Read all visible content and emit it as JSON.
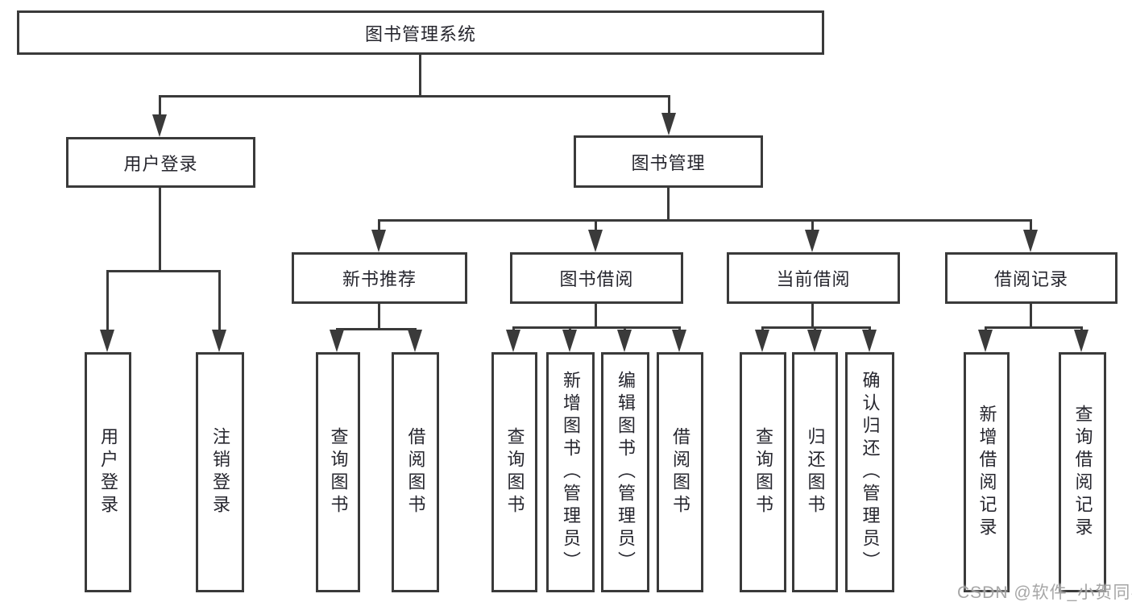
{
  "tree": {
    "root": "图书管理系统",
    "branches": [
      {
        "label": "用户登录",
        "children": [
          "用户登录",
          "注销登录"
        ]
      },
      {
        "label": "图书管理",
        "groups": [
          {
            "label": "新书推荐",
            "children": [
              "查询图书",
              "借阅图书"
            ]
          },
          {
            "label": "图书借阅",
            "children": [
              "查询图书",
              "新增图书（管理员）",
              "编辑图书（管理员）",
              "借阅图书"
            ]
          },
          {
            "label": "当前借阅",
            "children": [
              "查询图书",
              "归还图书",
              "确认归还（管理员）"
            ]
          },
          {
            "label": "借阅记录",
            "children": [
              "新增借阅记录",
              "查询借阅记录"
            ]
          }
        ]
      }
    ]
  },
  "watermark": "CSDN @软件_小贺同学",
  "colors": {
    "line": "#3a3a3a",
    "box_fill": "#ffffff",
    "text": "#26262e",
    "watermark": "#9e9e9e"
  }
}
